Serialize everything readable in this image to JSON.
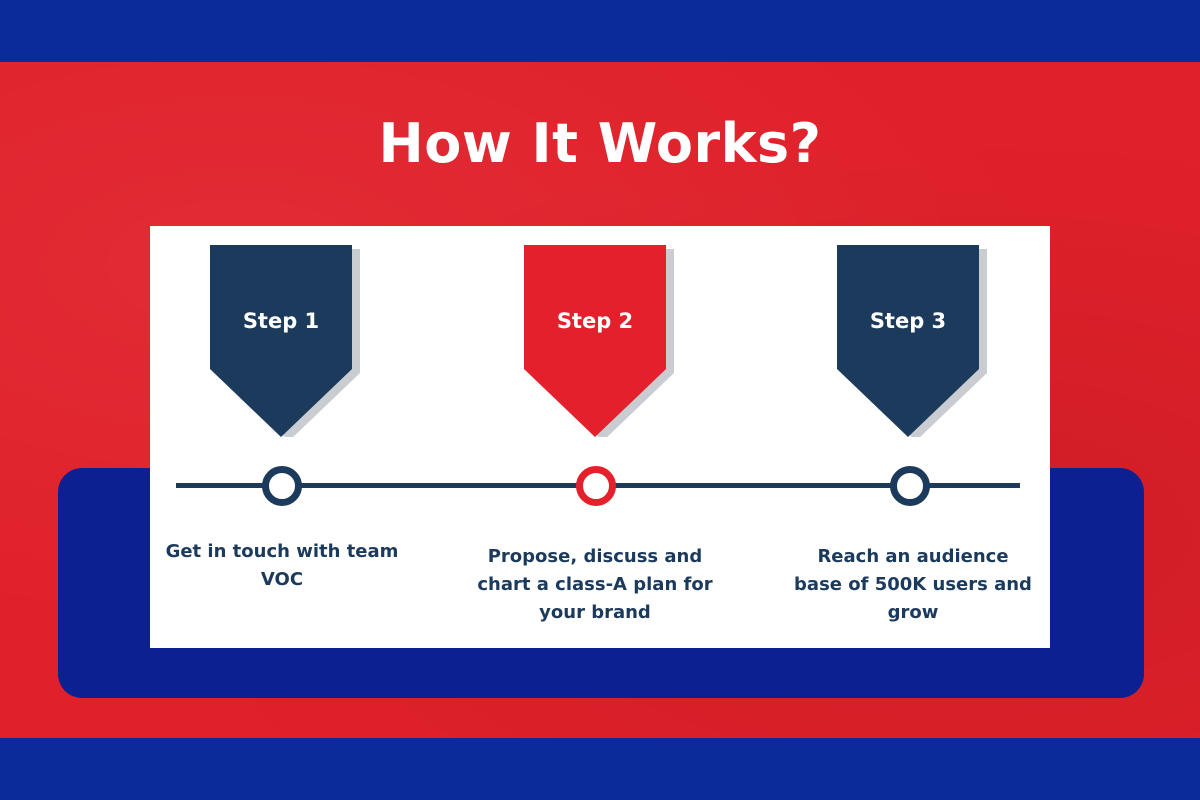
{
  "title": "How It Works?",
  "colors": {
    "navy": "#1b3a5c",
    "red": "#e3202b",
    "band_blue": "#0c2b9a",
    "plate_blue": "#0c2092",
    "background_red": "#e0202a",
    "white": "#ffffff"
  },
  "steps": [
    {
      "label": "Step 1",
      "description": "Get in touch with team VOC",
      "color": "#1b3a5c"
    },
    {
      "label": "Step 2",
      "description": "Propose, discuss and chart a class-A plan for your brand",
      "color": "#e3202b"
    },
    {
      "label": "Step 3",
      "description": "Reach an audience base of 500K users and grow",
      "color": "#1b3a5c"
    }
  ]
}
